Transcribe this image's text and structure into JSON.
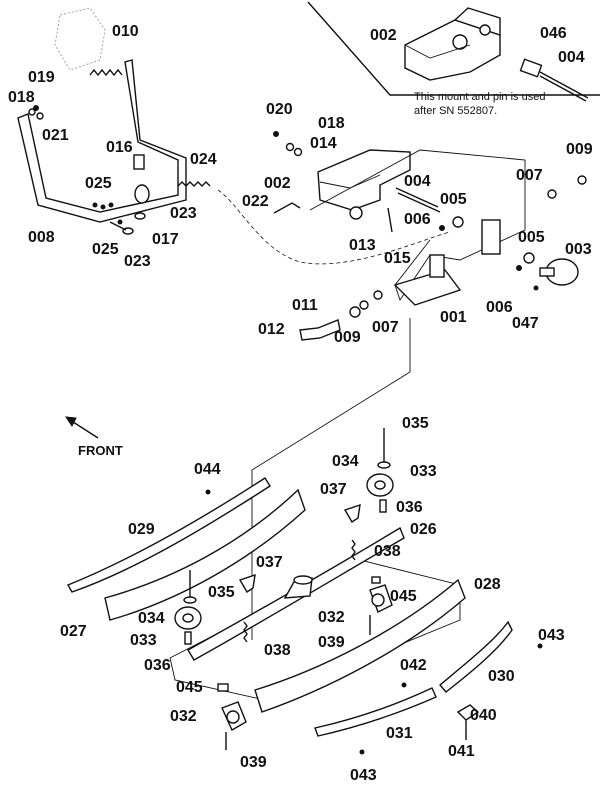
{
  "inset": {
    "note_line1": "This mount and pin is used",
    "note_line2": "after SN 552807."
  },
  "front_label": "FRONT",
  "callouts": {
    "c001": "001",
    "c002a": "002",
    "c002b": "002",
    "c003": "003",
    "c004a": "004",
    "c004b": "004",
    "c005a": "005",
    "c005b": "005",
    "c006a": "006",
    "c006b": "006",
    "c007a": "007",
    "c007b": "007",
    "c008": "008",
    "c009a": "009",
    "c009b": "009",
    "c010": "010",
    "c011": "011",
    "c012": "012",
    "c013": "013",
    "c014": "014",
    "c015": "015",
    "c016": "016",
    "c017": "017",
    "c018a": "018",
    "c018b": "018",
    "c019": "019",
    "c020": "020",
    "c021": "021",
    "c022": "022",
    "c023a": "023",
    "c023b": "023",
    "c024": "024",
    "c025a": "025",
    "c025b": "025",
    "c026": "026",
    "c027": "027",
    "c028": "028",
    "c029": "029",
    "c030": "030",
    "c031": "031",
    "c032a": "032",
    "c032b": "032",
    "c033a": "033",
    "c033b": "033",
    "c034a": "034",
    "c034b": "034",
    "c035a": "035",
    "c035b": "035",
    "c036a": "036",
    "c036b": "036",
    "c037a": "037",
    "c037b": "037",
    "c038a": "038",
    "c038b": "038",
    "c039a": "039",
    "c039b": "039",
    "c040": "040",
    "c041": "041",
    "c042": "042",
    "c043a": "043",
    "c043b": "043",
    "c044": "044",
    "c045a": "045",
    "c045b": "045",
    "c046": "046",
    "c047": "047"
  }
}
